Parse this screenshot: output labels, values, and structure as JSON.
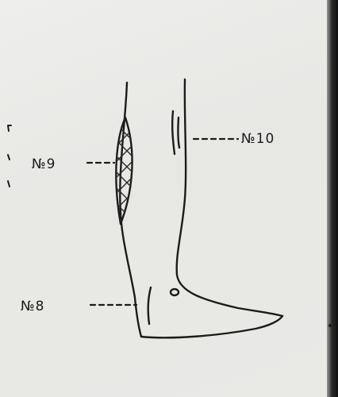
{
  "labels": {
    "no9": "№9",
    "no10": "№10",
    "no8": "№8"
  },
  "colors": {
    "ink": "#1c1c1c",
    "paper": "#e9e9e6"
  }
}
